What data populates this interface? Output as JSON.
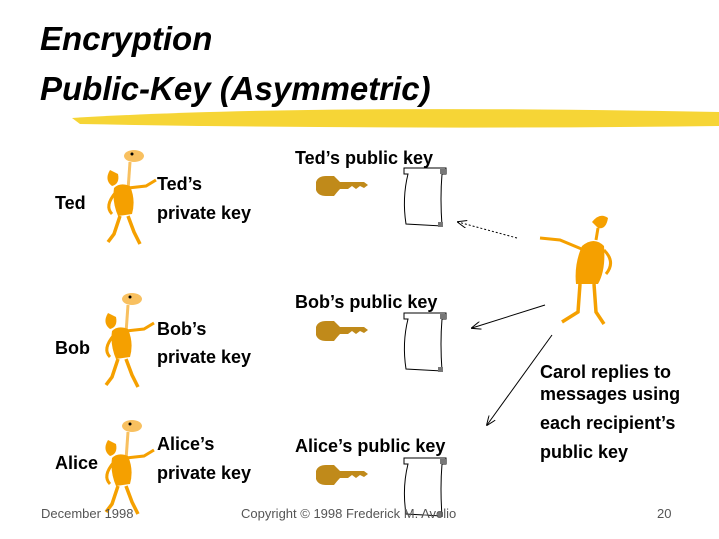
{
  "title": {
    "line1": "Encryption",
    "line2": "Public-Key (Asymmetric)"
  },
  "people": [
    {
      "name": "Ted",
      "private_key": [
        "Ted’s",
        "private key"
      ],
      "public_key": "Ted’s public key"
    },
    {
      "name": "Bob",
      "private_key": [
        "Bob’s",
        "private key"
      ],
      "public_key": "Bob’s public key"
    },
    {
      "name": "Alice",
      "private_key": [
        "Alice’s",
        "private key"
      ],
      "public_key": "Alice’s public key"
    }
  ],
  "carol_note": [
    "Carol replies to",
    "messages using",
    "each recipient’s",
    "public key"
  ],
  "footer": {
    "date": "December 1998",
    "copyright": "Copyright © 1998 Frederick M. Avolio",
    "page": "20"
  },
  "colors": {
    "figure": "#f5a000",
    "key": "#c08a1a",
    "brush": "#f5d020"
  }
}
